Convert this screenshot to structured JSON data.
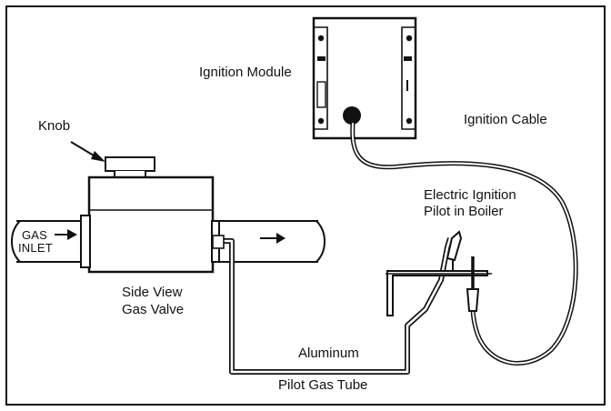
{
  "labels": {
    "ignition_module": "Ignition Module",
    "ignition_cable": "Ignition Cable",
    "knob": "Knob",
    "gas_inlet_line1": "GAS",
    "gas_inlet_line2": "INLET",
    "electric_pilot_line1": "Electric Ignition",
    "electric_pilot_line2": "Pilot in Boiler",
    "side_view_line1": "Side View",
    "side_view_line2": "Gas Valve",
    "aluminum": "Aluminum",
    "pilot_gas_tube": "Pilot Gas Tube"
  }
}
